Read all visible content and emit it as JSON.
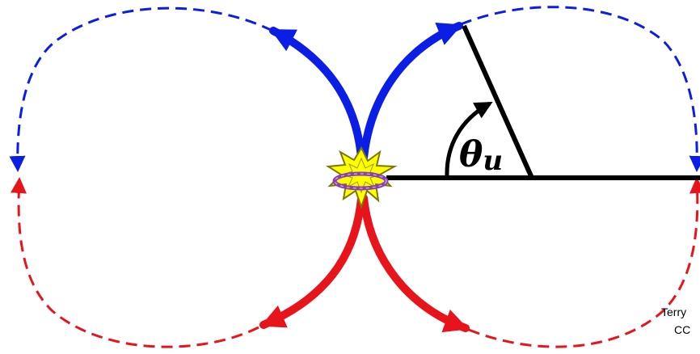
{
  "diagram": {
    "angle_symbol": "θ",
    "angle_subscript": "u",
    "credit_line_1": "Terry",
    "credit_line_2": "CC"
  },
  "colors": {
    "upper_loop": "#0a1ee6",
    "lower_loop": "#e8141b",
    "axis": "#000000",
    "burst_fill": "#ffff00",
    "burst_stroke": "#7a7a00",
    "ring": "#8a3fb0"
  },
  "icons": [
    "collision-burst-icon",
    "orbit-ring-icon",
    "arrowhead-icon"
  ]
}
